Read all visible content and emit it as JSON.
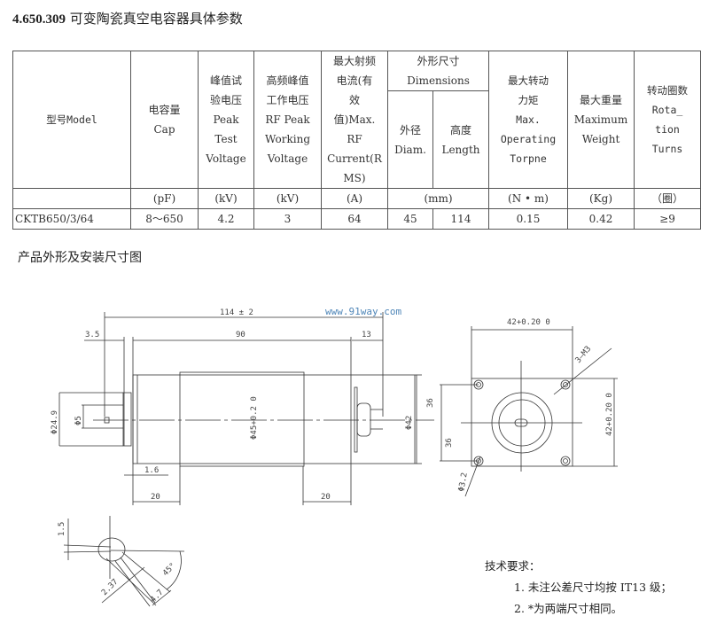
{
  "title": {
    "code": "4.650.309",
    "text": " 可变陶瓷真空电容器具体参数"
  },
  "table": {
    "headers": {
      "model": "型号Model",
      "cap": [
        "电容量",
        "Cap"
      ],
      "peak_test": [
        "峰值试",
        "验电压",
        "Peak",
        "Test",
        "Voltage"
      ],
      "rf_peak": [
        "高频峰值",
        "工作电压",
        "RF Peak",
        "Working",
        "Voltage"
      ],
      "rf_current": [
        "最大射频",
        "电流(有",
        "效",
        "值)Max.",
        "RF",
        "Current(R",
        "MS)"
      ],
      "dimensions": [
        "外形尺寸",
        "Dimensions"
      ],
      "diam": [
        "外径",
        "Diam."
      ],
      "length": [
        "高度",
        "Length"
      ],
      "torque": [
        "最大转动",
        "力矩",
        "Max.",
        "Operating",
        "Torpne"
      ],
      "weight": [
        "最大重量",
        "Maximum",
        "Weight"
      ],
      "turns": [
        "转动圈数",
        "Rota_",
        "tion",
        "Turns"
      ]
    },
    "units": [
      "(pF)",
      "(kV)",
      "(kV)",
      "(A)",
      "(mm)",
      "(N • m)",
      "(Kg)",
      "（圈）"
    ],
    "row": [
      "CKTB650/3/64",
      "8～650",
      "4.2",
      "3",
      "64",
      "45",
      "114",
      "0.15",
      "0.42",
      "≥9"
    ]
  },
  "section_title": "产品外形及安装尺寸图",
  "drawing": {
    "watermark": "www.91way.com",
    "dims": {
      "overall": "114 ± 2",
      "d35": "3.5",
      "d90": "90",
      "d13": "13",
      "phi249": "Φ24.9",
      "phi5": "Φ5",
      "phi45": "Φ45+0.2 0",
      "phi42": "Φ42",
      "d36": "36",
      "d16": "1.6",
      "d20a": "20",
      "d20b": "20",
      "sq42top": "42+0.20 0",
      "sq42right": "42+0.20 0",
      "m3": "3—M3",
      "d36b": "36",
      "phi32": "Φ3.2",
      "d15": "1.5",
      "d237": "2.37",
      "d47": "4.7",
      "a45": "45°"
    }
  },
  "notes": {
    "heading": "技术要求：",
    "items": [
      "1. 未注公差尺寸均按 IT13 级；",
      "2. *为两端尺寸相同。"
    ]
  },
  "colors": {
    "watermark": "#4f86b8"
  }
}
